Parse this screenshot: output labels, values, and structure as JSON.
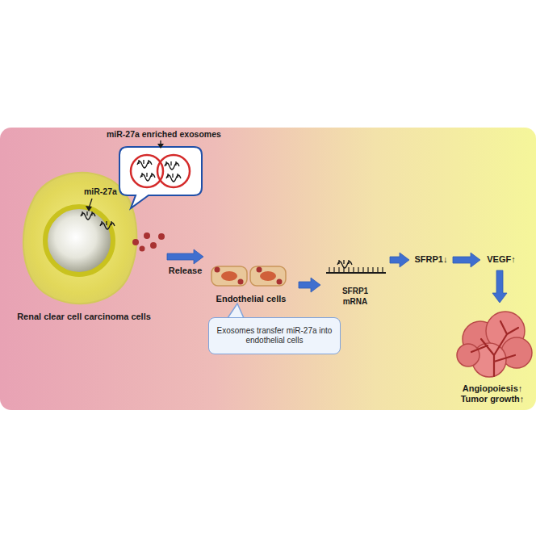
{
  "diagram": {
    "nodes": [
      {
        "text": [
          "Renal clear cell carcinoma cells"
        ]
      },
      {
        "text": [
          "Endothelial cells"
        ]
      },
      {
        "text": [
          "Exosomes transfer miR-27a into endothelial cells"
        ]
      },
      {
        "text": [
          "SFRP1 mRNA"
        ]
      },
      {
        "text": [
          "SFRP1↓"
        ]
      },
      {
        "text": [
          "VEGF↑"
        ]
      },
      {
        "text": [
          "Angiopoiesis↑",
          "Tumor growth↑"
        ]
      }
    ],
    "edges": [
      {
        "from": 0,
        "to": 1,
        "arrow": "to",
        "label": "Release"
      },
      {
        "from": 1,
        "to": 3,
        "arrow": "to"
      },
      {
        "from": 3,
        "to": 4,
        "arrow": "to"
      },
      {
        "from": 4,
        "to": 5,
        "arrow": "to"
      },
      {
        "from": 5,
        "to": 6,
        "arrow": "to"
      }
    ],
    "labels": [
      "miR-27a enriched exosomes",
      "miR-27a"
    ]
  }
}
